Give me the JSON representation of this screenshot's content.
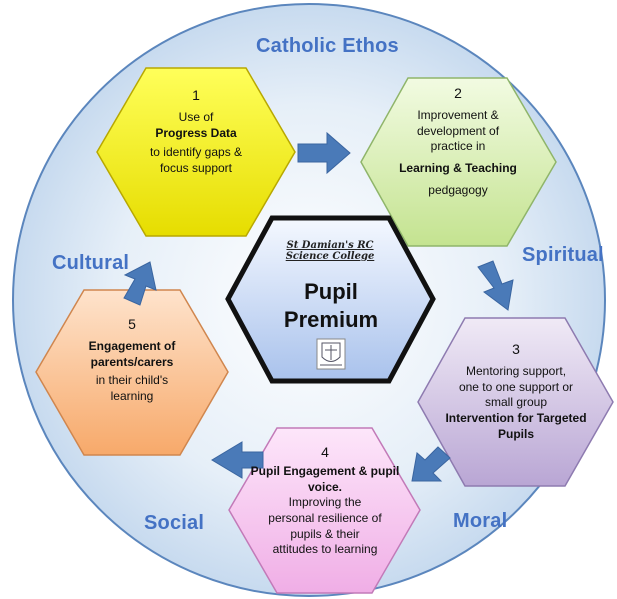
{
  "ring_labels": {
    "top": "Catholic Ethos",
    "right": "Spiritual",
    "left": "Cultural",
    "bottom_left": "Social",
    "bottom_right": "Moral"
  },
  "center": {
    "school": "St Damian's RC Science College",
    "title": "Pupil Premium"
  },
  "steps": [
    {
      "number": "1",
      "lines": [
        "Use of"
      ],
      "bold": "Progress Data",
      "after": [
        "to identify gaps &",
        "focus support"
      ],
      "color": "#f5f000"
    },
    {
      "number": "2",
      "lines": [
        "Improvement &",
        "development of",
        "practice in"
      ],
      "bold": "Learning & Teaching",
      "after": [
        "pedgagogy"
      ],
      "color": "#d8f0b0"
    },
    {
      "number": "3",
      "lines": [
        "Mentoring support,",
        "one to one support or",
        "small group"
      ],
      "bold": "Intervention for Targeted Pupils",
      "after": [],
      "color": "#d2c4e4"
    },
    {
      "number": "4",
      "lines": [],
      "bold": "Pupil Engagement & pupil voice.",
      "after": [
        "Improving the",
        "personal resilience of",
        "pupils & their",
        "attitudes to learning"
      ],
      "color": "#f6c6ef"
    },
    {
      "number": "5",
      "lines": [],
      "bold": "Engagement of parents/carers",
      "after": [
        "in their child's",
        "learning"
      ],
      "color": "#fbc79d"
    }
  ],
  "colors": {
    "circle_fill": "#cde0f1",
    "circle_stroke": "#5b86bd",
    "arrow": "#4a7ab8",
    "ring_text": "#4472c4"
  }
}
